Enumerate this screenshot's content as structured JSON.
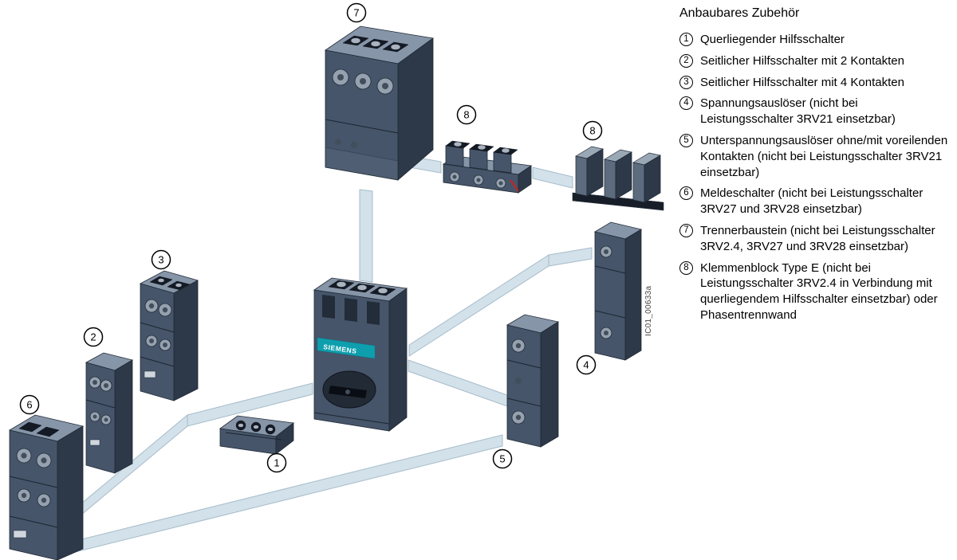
{
  "legend": {
    "title": "Anbaubares Zubehör",
    "items": [
      {
        "number": "1",
        "text": "Querliegender Hilfsschalter"
      },
      {
        "number": "2",
        "text": "Seitlicher Hilfsschalter mit 2 Kontakten"
      },
      {
        "number": "3",
        "text": "Seitlicher Hilfsschalter mit 4 Kontakten"
      },
      {
        "number": "4",
        "text": "Spannungsauslöser (nicht bei Leistungsschalter 3RV21 einsetzbar)"
      },
      {
        "number": "5",
        "text": "Unterspannungsauslöser ohne/mit voreilenden Kontakten (nicht bei Leistungsschalter 3RV21 einsetzbar)"
      },
      {
        "number": "6",
        "text": "Meldeschalter (nicht bei Leistungsschalter 3RV27 und 3RV28 einsetzbar)"
      },
      {
        "number": "7",
        "text": "Trennerbaustein (nicht bei Leistungsschalter 3RV2.4, 3RV27 und 3RV28 einsetzbar)"
      },
      {
        "number": "8",
        "text": "Klemmenblock Type E (nicht bei Leistungsschalter 3RV2.4 in Verbindung mit querliegendem Hilfsschalter einsetzbar) oder Phasentrennwand"
      }
    ]
  },
  "diagram": {
    "brand_label": "SIEMENS",
    "figure_code": "IC01_00633a",
    "callouts": [
      {
        "ref": "trennerbaustein",
        "number": "7"
      },
      {
        "ref": "klemmenblock-type-e",
        "number": "8"
      },
      {
        "ref": "phasentrennwand",
        "number": "8"
      },
      {
        "ref": "seitlicher-hilfsschalter-4-kontakte",
        "number": "3"
      },
      {
        "ref": "seitlicher-hilfsschalter-2-kontakte",
        "number": "2"
      },
      {
        "ref": "meldeschalter",
        "number": "6"
      },
      {
        "ref": "querliegender-hilfsschalter",
        "number": "1"
      },
      {
        "ref": "unterspannungsausloeser",
        "number": "5"
      },
      {
        "ref": "spannungsausloeser",
        "number": "4"
      }
    ]
  },
  "colors": {
    "background": "#ffffff",
    "component_top": "#8695a8",
    "component_front": "#46556a",
    "component_side": "#2d3948",
    "band_blue": "#d2e1ea",
    "band_edge": "#a6bcca",
    "siemens_teal": "#0e9fae",
    "text_color": "#000000"
  }
}
